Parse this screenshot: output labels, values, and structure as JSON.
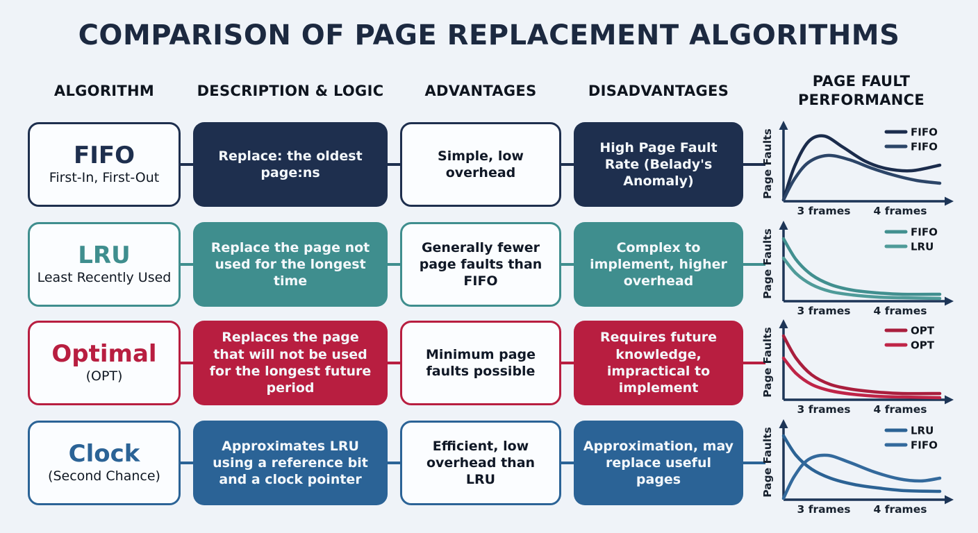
{
  "page": {
    "title": "COMPARISON OF PAGE REPLACEMENT ALGORITHMS",
    "background_color": "#eff3f8"
  },
  "headers": {
    "algorithm": "ALGORITHM",
    "description": "DESCRIPTION & LOGIC",
    "advantages": "ADVANTAGES",
    "disadvantages": "DISADVANTAGES",
    "performance": "PAGE FAULT PERFORMANCE"
  },
  "rows": [
    {
      "key": "fifo",
      "color": "#1e2f4e",
      "title": "FIFO",
      "subtitle": "First-In, First-Out",
      "description": "Replace: the oldest page:ns",
      "advantages": "Simple, low overhead",
      "disadvantages": "High Page Fault Rate (Belady's Anomaly)"
    },
    {
      "key": "lru",
      "color": "#3f8e8e",
      "title": "LRU",
      "subtitle": "Least Recently Used",
      "description": "Replace the page not used for the longest time",
      "advantages": "Generally fewer page faults than FIFO",
      "disadvantages": "Complex to implement, higher overhead"
    },
    {
      "key": "optimal",
      "color": "#b81e40",
      "title": "Optimal",
      "subtitle": "(OPT)",
      "description": "Replaces the page that will not be used for the longest future period",
      "advantages": "Minimum page faults possible",
      "disadvantages": "Requires future knowledge, impractical to implement"
    },
    {
      "key": "clock",
      "color": "#2b6396",
      "title": "Clock",
      "subtitle": "(Second Chance)",
      "description": "Approximates LRU using a reference bit and a clock pointer",
      "advantages": "Efficient, low overhead than LRU",
      "disadvantages": "Approximation, may replace useful pages"
    }
  ],
  "chart_data": [
    {
      "type": "line",
      "title": "FIFO page fault performance",
      "ylabel": "Page Faults",
      "x_ticks": [
        "3 frames",
        "4 frames"
      ],
      "axis_color": "#1d3557",
      "legend_position": "top-right",
      "series": [
        {
          "name": "FIFO",
          "color": "#1b2c4c",
          "x": [
            0,
            0.07,
            0.16,
            0.26,
            0.38,
            0.52,
            0.66,
            0.82,
            1.0
          ],
          "y": [
            0.02,
            0.5,
            0.86,
            0.94,
            0.78,
            0.58,
            0.47,
            0.44,
            0.52
          ]
        },
        {
          "name": "FIFO",
          "color": "#2c4568",
          "x": [
            0,
            0.07,
            0.16,
            0.28,
            0.42,
            0.56,
            0.7,
            0.85,
            1.0
          ],
          "y": [
            0.02,
            0.32,
            0.56,
            0.66,
            0.6,
            0.48,
            0.38,
            0.3,
            0.26
          ]
        }
      ]
    },
    {
      "type": "line",
      "title": "LRU vs FIFO page fault performance",
      "ylabel": "Page Faults",
      "x_ticks": [
        "3 frames",
        "4 frames"
      ],
      "axis_color": "#1d3557",
      "legend_position": "top-right",
      "series": [
        {
          "name": "FIFO",
          "color": "#418f8f",
          "x": [
            0,
            0.08,
            0.18,
            0.3,
            0.44,
            0.6,
            0.76,
            1.0
          ],
          "y": [
            0.9,
            0.6,
            0.38,
            0.24,
            0.16,
            0.12,
            0.1,
            0.1
          ]
        },
        {
          "name": "LRU",
          "color": "#4f9b99",
          "x": [
            0,
            0.08,
            0.18,
            0.3,
            0.44,
            0.6,
            0.76,
            1.0
          ],
          "y": [
            0.62,
            0.4,
            0.24,
            0.14,
            0.09,
            0.06,
            0.05,
            0.04
          ]
        }
      ]
    },
    {
      "type": "line",
      "title": "Optimal (OPT) page fault performance",
      "ylabel": "Page Faults",
      "x_ticks": [
        "3 frames",
        "4 frames"
      ],
      "axis_color": "#1d3557",
      "legend_position": "top-right",
      "series": [
        {
          "name": "OPT",
          "color": "#a91e3d",
          "x": [
            0,
            0.08,
            0.18,
            0.3,
            0.44,
            0.6,
            0.76,
            1.0
          ],
          "y": [
            0.92,
            0.6,
            0.36,
            0.22,
            0.15,
            0.11,
            0.09,
            0.09
          ]
        },
        {
          "name": "OPT",
          "color": "#bf2447",
          "x": [
            0,
            0.08,
            0.18,
            0.3,
            0.44,
            0.6,
            0.76,
            1.0
          ],
          "y": [
            0.6,
            0.38,
            0.22,
            0.13,
            0.08,
            0.05,
            0.04,
            0.03
          ]
        }
      ]
    },
    {
      "type": "line",
      "title": "Clock page fault performance",
      "ylabel": "Page Faults",
      "x_ticks": [
        "3 frames",
        "4 frames"
      ],
      "axis_color": "#1d3557",
      "legend_position": "top-right",
      "series": [
        {
          "name": "LRU",
          "color": "#2b6294",
          "x": [
            0,
            0.08,
            0.18,
            0.3,
            0.45,
            0.6,
            0.78,
            1.0
          ],
          "y": [
            0.92,
            0.64,
            0.44,
            0.31,
            0.22,
            0.17,
            0.13,
            0.12
          ]
        },
        {
          "name": "FIFO",
          "color": "#33699c",
          "x": [
            0,
            0.07,
            0.16,
            0.28,
            0.42,
            0.58,
            0.74,
            0.88,
            1.0
          ],
          "y": [
            0.02,
            0.34,
            0.58,
            0.64,
            0.54,
            0.4,
            0.3,
            0.27,
            0.31
          ]
        }
      ]
    }
  ]
}
